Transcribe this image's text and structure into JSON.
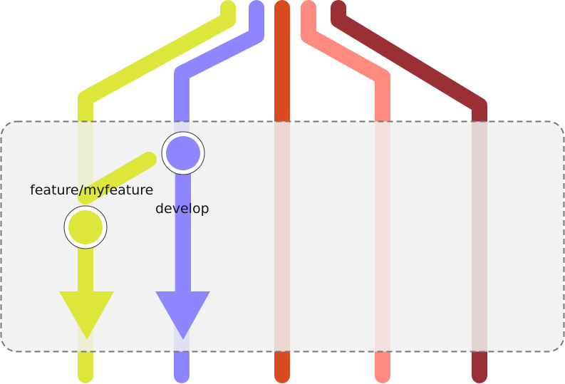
{
  "branches": [
    {
      "id": "feature",
      "label": "feature/myfeature",
      "color": "#dde63a"
    },
    {
      "id": "develop",
      "label": "develop",
      "color": "#8f86ff"
    },
    {
      "id": "release",
      "label": "",
      "color": "#d94b1e"
    },
    {
      "id": "hotfix",
      "label": "",
      "color": "#ff8a80"
    },
    {
      "id": "master",
      "label": "",
      "color": "#9b2f36"
    }
  ],
  "overlay": {
    "fill": "#f0f0f0",
    "border_color": "#777777",
    "border_style": "dashed",
    "opacity": 0.85
  },
  "commit_node": {
    "stroke": "#ffffff",
    "outline": "#333333"
  }
}
